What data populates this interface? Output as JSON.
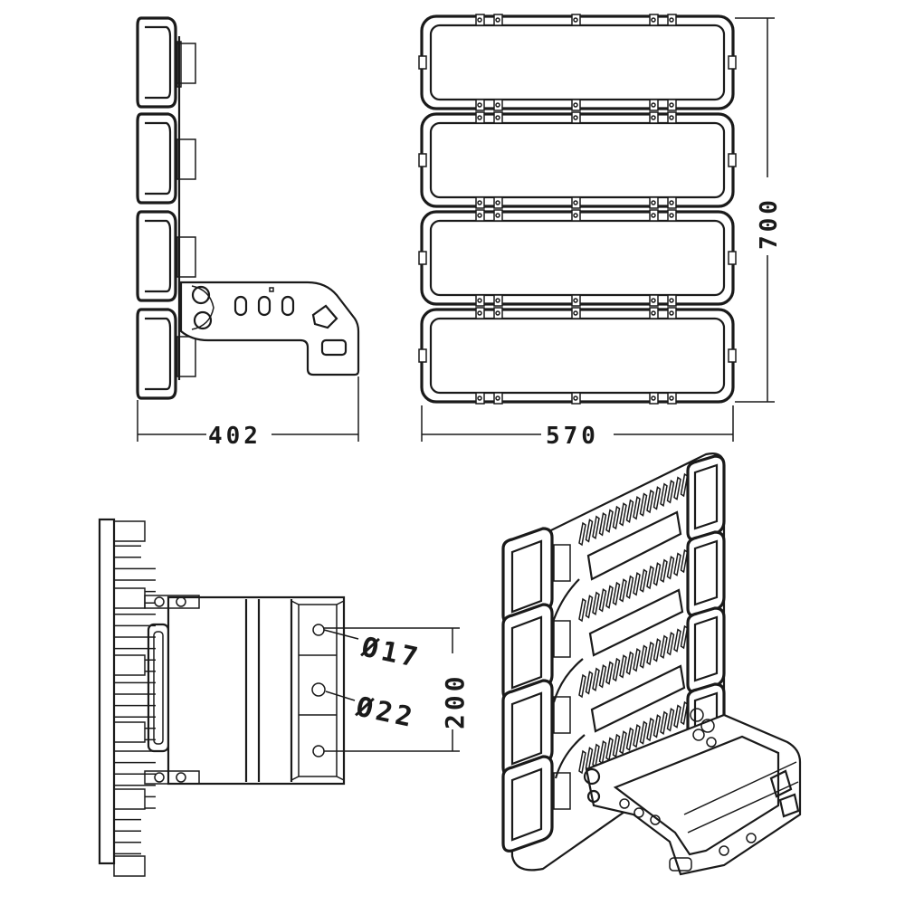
{
  "dimensions": {
    "side_width": "402",
    "front_width": "570",
    "front_height": "700",
    "bracket_span": "200",
    "hole_small": "Ø17",
    "hole_large": "Ø22"
  },
  "colors": {
    "line": "#1a1a1a",
    "background": "#ffffff"
  }
}
